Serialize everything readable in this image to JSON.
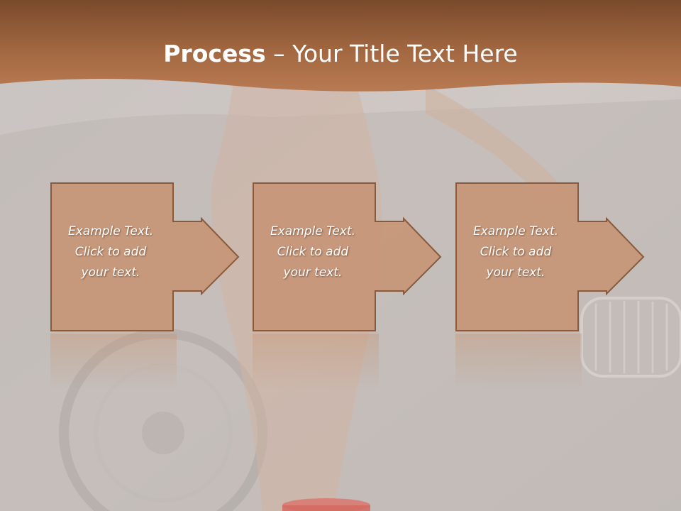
{
  "slide": {
    "title_bold": "Process",
    "title_rest": " – Your Title Text Here"
  },
  "steps": [
    {
      "line1": "Example Text.",
      "line2": "Click  to add",
      "line3": "your text."
    },
    {
      "line1": "Example Text.",
      "line2": "Click  to add",
      "line3": "your text."
    },
    {
      "line1": "Example Text.",
      "line2": "Click  to add",
      "line3": "your text."
    }
  ],
  "colors": {
    "title_band": "#9a6440",
    "box_fill": "#c7977a",
    "box_border": "#8a5a3c",
    "background": "#cbc6c4"
  }
}
